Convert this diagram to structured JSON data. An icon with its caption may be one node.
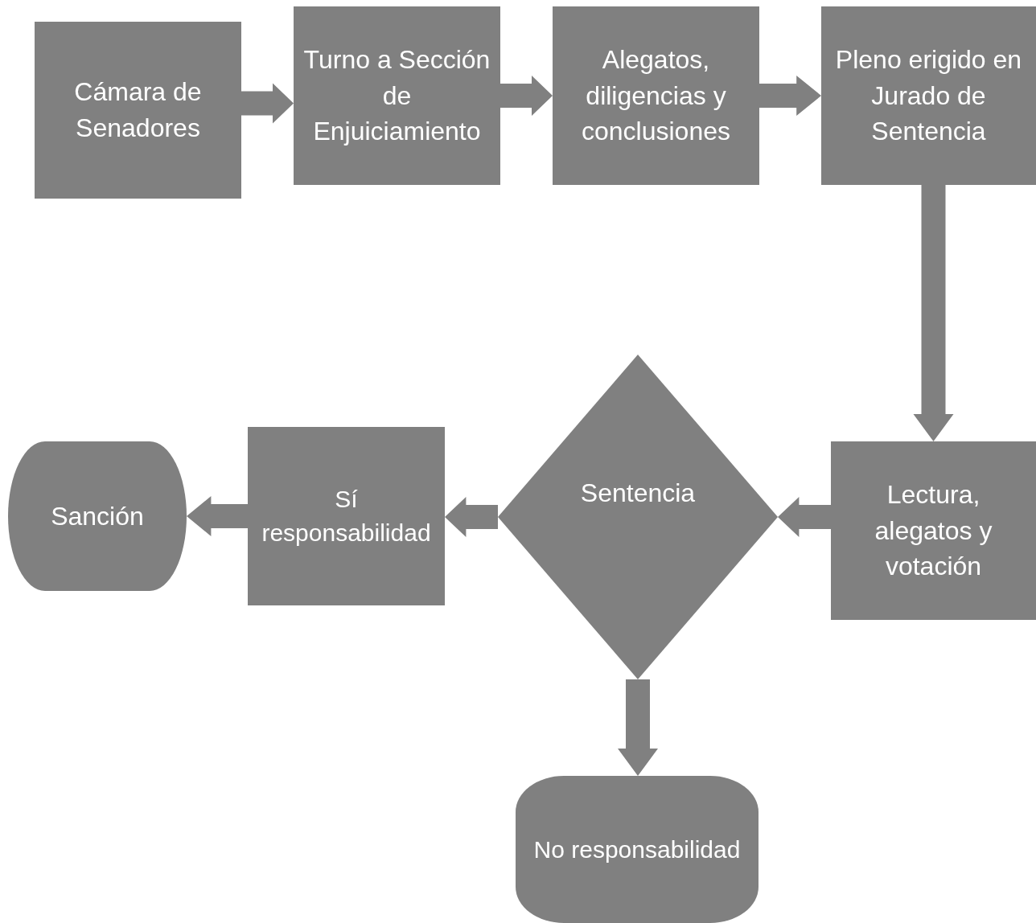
{
  "diagram": {
    "nodes": [
      {
        "text": [
          "Cámara de Senadores"
        ]
      },
      {
        "text": [
          "Turno a Sección de Enjuiciamiento"
        ]
      },
      {
        "text": [
          "Alegatos, diligencias y conclusiones"
        ]
      },
      {
        "text": [
          "Pleno erigido en Jurado de Sentencia"
        ]
      },
      {
        "text": [
          "Lectura, alegatos y votación"
        ]
      },
      {
        "text": [
          "Sentencia"
        ]
      },
      {
        "text": [
          "Sí responsabilidad"
        ]
      },
      {
        "text": [
          "Sanción"
        ]
      },
      {
        "text": [
          "No responsabilidad"
        ]
      }
    ],
    "edges": [
      {
        "from": 0,
        "to": 1,
        "arrow": "to"
      },
      {
        "from": 1,
        "to": 2,
        "arrow": "to"
      },
      {
        "from": 2,
        "to": 3,
        "arrow": "to"
      },
      {
        "from": 3,
        "to": 4,
        "arrow": "to"
      },
      {
        "from": 4,
        "to": 5,
        "arrow": "to"
      },
      {
        "from": 5,
        "to": 6,
        "arrow": "to"
      },
      {
        "from": 6,
        "to": 7,
        "arrow": "to"
      },
      {
        "from": 5,
        "to": 8,
        "arrow": "to"
      }
    ]
  }
}
